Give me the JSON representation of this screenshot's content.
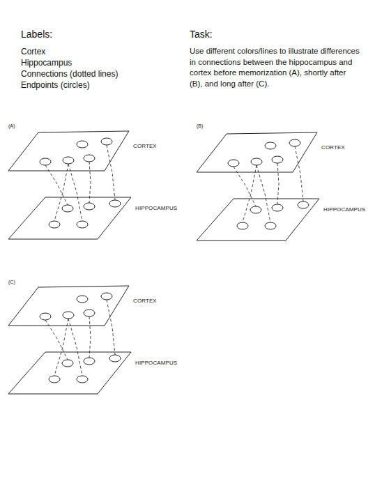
{
  "diagram": {
    "nodes": [
      {
        "text": [
          "CORTEX"
        ]
      },
      {
        "text": [
          "HIPPOCAMPUS"
        ]
      },
      {
        "text": [
          "CORTEX"
        ]
      },
      {
        "text": [
          "HIPPOCAMPUS"
        ]
      },
      {
        "text": [
          "CORTEX"
        ]
      },
      {
        "text": [
          "HIPPOCAMPUS"
        ]
      }
    ],
    "edges": [
      {
        "from": 0,
        "to": 1,
        "arrow": "none"
      },
      {
        "from": 0,
        "to": 1,
        "arrow": "none"
      },
      {
        "from": 0,
        "to": 1,
        "arrow": "none"
      },
      {
        "from": 0,
        "to": 1,
        "arrow": "none"
      },
      {
        "from": 0,
        "to": 1,
        "arrow": "none"
      },
      {
        "from": 2,
        "to": 3,
        "arrow": "none"
      },
      {
        "from": 2,
        "to": 3,
        "arrow": "none"
      },
      {
        "from": 2,
        "to": 3,
        "arrow": "none"
      },
      {
        "from": 2,
        "to": 3,
        "arrow": "none"
      },
      {
        "from": 2,
        "to": 3,
        "arrow": "none"
      },
      {
        "from": 4,
        "to": 5,
        "arrow": "none"
      },
      {
        "from": 4,
        "to": 5,
        "arrow": "none"
      },
      {
        "from": 4,
        "to": 5,
        "arrow": "none"
      },
      {
        "from": 4,
        "to": 5,
        "arrow": "none"
      },
      {
        "from": 4,
        "to": 5,
        "arrow": "none"
      }
    ],
    "labels": [
      "Labels:",
      "Cortex",
      "Hippocampus",
      "Connections (dotted lines)",
      "Endpoints (circles)",
      "Task:",
      "Use different colors/lines to illustrate differences in connections between the hippocampus and cortex before memorization (A), shortly after (B), and long after (C).",
      "(A)",
      "(B)",
      "(C)"
    ]
  }
}
